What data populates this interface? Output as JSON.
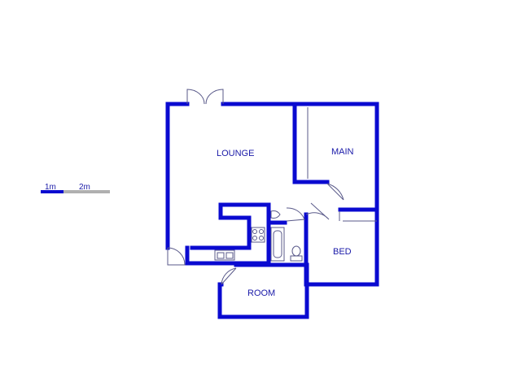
{
  "floorplan": {
    "wall_color": "#0a0ad0",
    "line_color": "#5a5a8a",
    "text_color": "#1a1aa8",
    "scale_bar": {
      "label_1": "1m",
      "label_2": "2m",
      "color_dark": "#0a0ad0",
      "color_light": "#b0b0b0"
    },
    "rooms": {
      "lounge": "LOUNGE",
      "main": "MAIN",
      "bed": "BED",
      "room": "ROOM"
    }
  }
}
